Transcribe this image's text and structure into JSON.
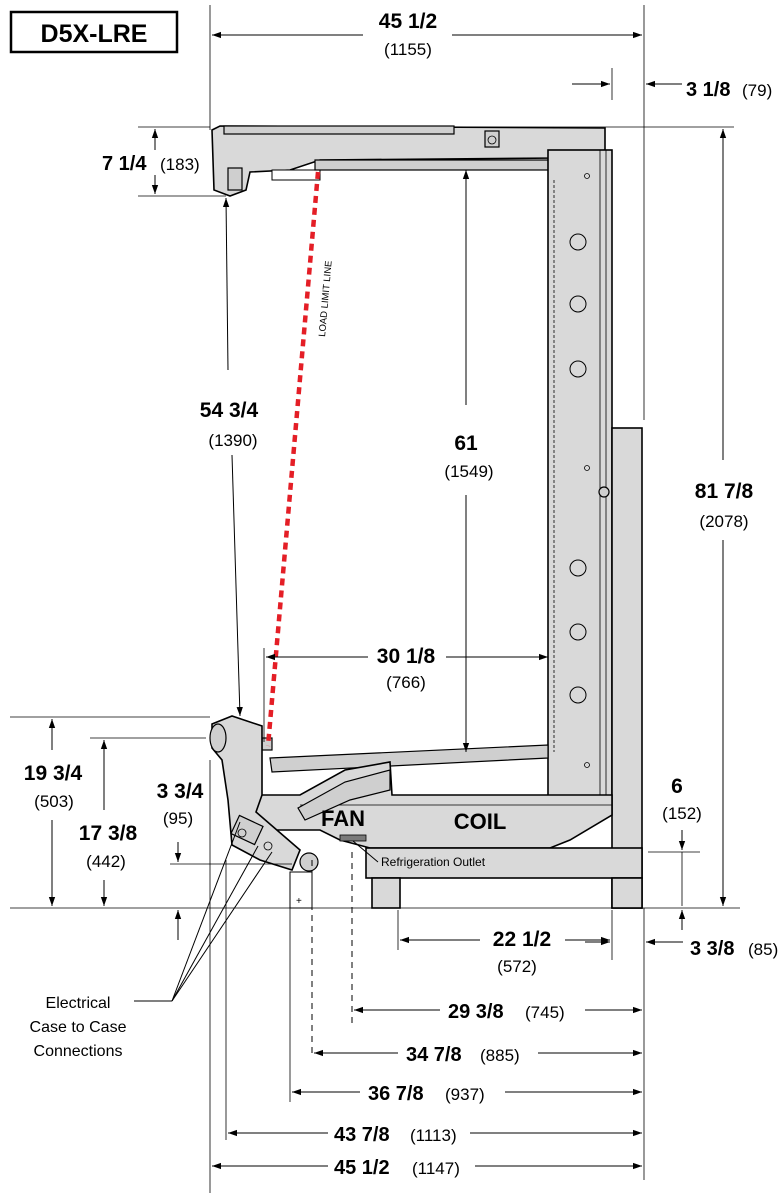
{
  "model": "D5X-LRE",
  "load_limit_label": "LOAD LIMIT LINE",
  "colors": {
    "load_limit_line": "#e41e26",
    "case_fill": "#d9d9d9",
    "line": "#000000"
  },
  "labels": {
    "fan": "FAN",
    "coil": "COIL",
    "refrigeration_outlet": "Refrigeration Outlet",
    "electrical_line1": "Electrical",
    "electrical_line2": "Case to Case",
    "electrical_line3": "Connections"
  },
  "dimensions": {
    "overall_width": {
      "main": "45 1/2",
      "metric": "(1155)"
    },
    "top_overhang": {
      "main": "3 1/8",
      "metric": "(79)"
    },
    "canopy_height": {
      "main": "7 1/4",
      "metric": "(183)"
    },
    "interior_height": {
      "main": "61",
      "metric": "(1549)"
    },
    "overall_height": {
      "main": "81 7/8",
      "metric": "(2078)"
    },
    "load_limit_height": {
      "main": "54 3/4",
      "metric": "(1390)"
    },
    "shelf_depth": {
      "main": "30 1/8",
      "metric": "(766)"
    },
    "front_height": {
      "main": "19 3/4",
      "metric": "(503)"
    },
    "bumper_height": {
      "main": "17 3/8",
      "metric": "(442)"
    },
    "outlet_height": {
      "main": "3 3/4",
      "metric": "(95)"
    },
    "rear_height": {
      "main": "6",
      "metric": "(152)"
    },
    "leg_spacing": {
      "main": "22 1/2",
      "metric": "(572)"
    },
    "rear_offset": {
      "main": "3 3/8",
      "metric": "(85)"
    },
    "outlet_distance": {
      "main": "29 3/8",
      "metric": "(745)"
    },
    "dist_885": {
      "main": "34 7/8",
      "metric": "(885)"
    },
    "dist_937": {
      "main": "36 7/8",
      "metric": "(937)"
    },
    "dist_1113": {
      "main": "43 7/8",
      "metric": "(1113)"
    },
    "base_width": {
      "main": "45 1/2",
      "metric": "(1147)"
    }
  }
}
